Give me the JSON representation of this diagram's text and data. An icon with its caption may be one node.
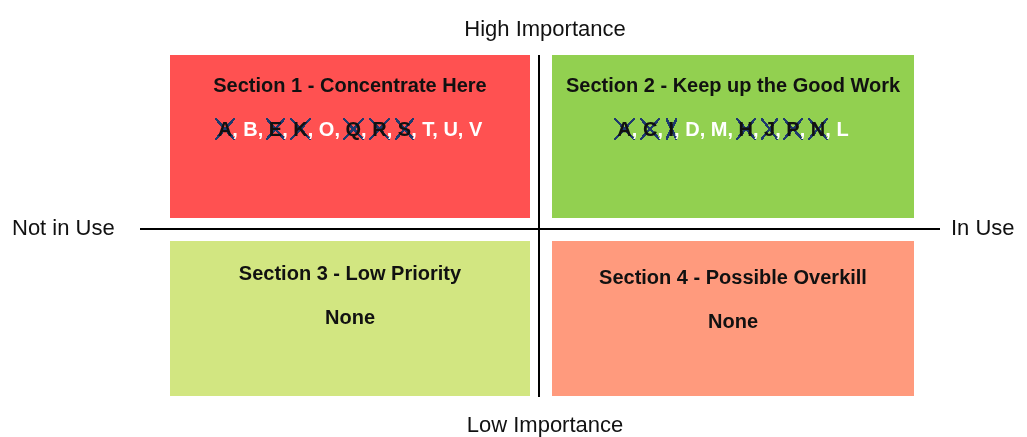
{
  "diagram": {
    "nodes": [
      {
        "text": [
          "Section 1 - Concentrate Here",
          "*A*, B, *E*, *K*, O, *Q*, *R*, *S*, T, U, V"
        ]
      },
      {
        "text": [
          "Section 2 - Keep up the Good Work",
          "*A*, *C*, *I*, D, M, *H*, *J*, *P*, *N*, L"
        ]
      },
      {
        "text": [
          "Section 3 - Low Priority",
          "None"
        ]
      },
      {
        "text": [
          "Section 4 - Possible Overkill",
          "None"
        ]
      }
    ],
    "labels": [
      "High Importance",
      "Not in Use",
      "In Use",
      "Low Importance"
    ]
  }
}
